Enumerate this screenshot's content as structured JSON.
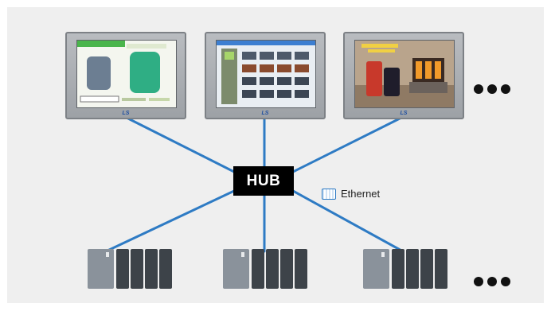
{
  "hub": {
    "label": "HUB"
  },
  "legend": {
    "label": "Ethernet"
  },
  "hmi": [
    {
      "logo": "LS"
    },
    {
      "logo": "LS"
    },
    {
      "logo": "LS"
    }
  ],
  "colors": {
    "link": "#2e7bc4",
    "background": "#efefef",
    "hub": "#000000"
  }
}
